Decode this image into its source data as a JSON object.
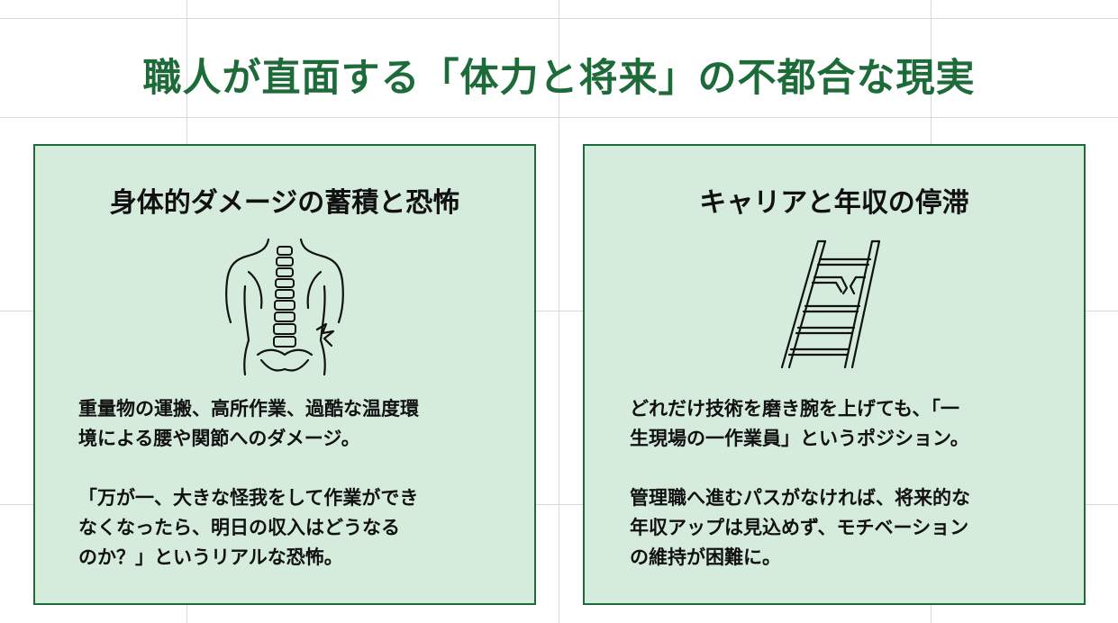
{
  "title": "職人が直面する「体力と将来」の不都合な現実",
  "colors": {
    "accent": "#1e6b3a",
    "panel_bg": "#d5ecdc",
    "grid": "#d9d9d9"
  },
  "left_panel": {
    "heading": "身体的ダメージの蓄積と恐怖",
    "icon": "injured-back-spine-icon",
    "paragraph1": "重量物の運搬、高所作業、過酷な温度環\n境による腰や関節へのダメージ。",
    "paragraph2": "「万が一、大きな怪我をして作業ができ\nなくなったら、明日の収入はどうなる\nのか？」というリアルな恐怖。"
  },
  "right_panel": {
    "heading": "キャリアと年収の停滞",
    "icon": "broken-ladder-icon",
    "paragraph1": "どれだけ技術を磨き腕を上げても、「一\n生現場の一作業員」というポジション。",
    "paragraph2": "管理職へ進むパスがなければ、将来的な\n年収アップは見込めず、モチベーション\nの維持が困難に。"
  }
}
